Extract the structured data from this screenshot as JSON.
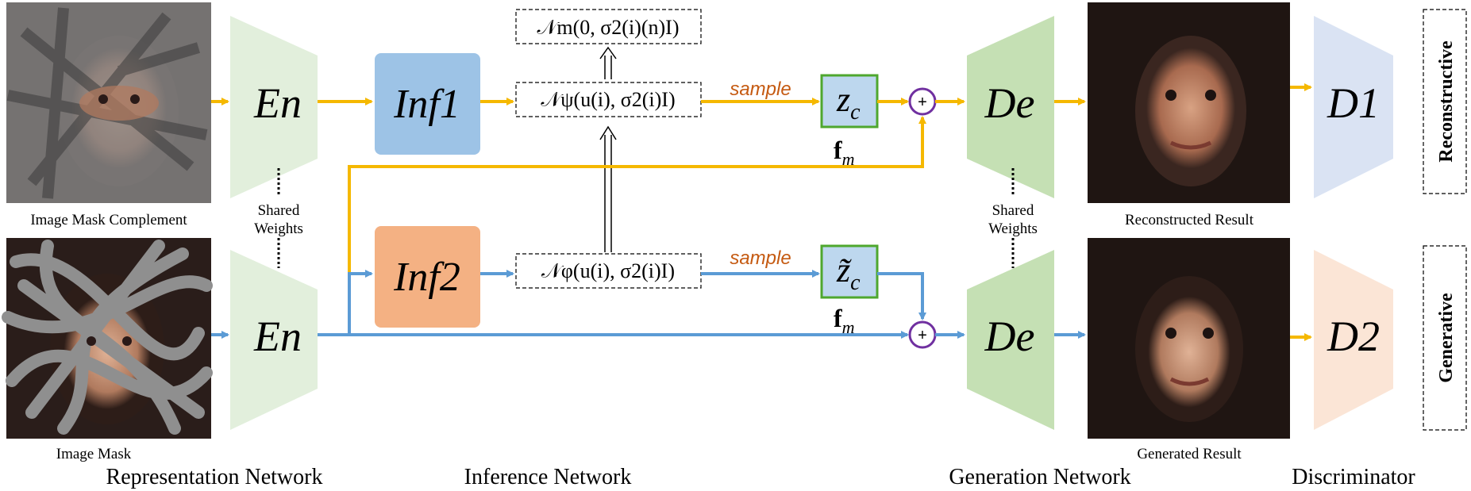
{
  "images": {
    "top_input_caption": "Image Mask Complement",
    "bottom_input_caption": "Image Mask",
    "reconstructed_caption": "Reconstructed Result",
    "generated_caption": "Generated Result"
  },
  "blocks": {
    "encoder_label": "En",
    "decoder_label": "De",
    "inf1_label": "Inf1",
    "inf2_label": "Inf2",
    "d1_label": "D1",
    "d2_label": "D2"
  },
  "shared_weights": {
    "line1": "Shared",
    "line2": "Weights"
  },
  "distributions": {
    "prior_top_tex": "𝒩m(0, σ2(i)(n)I)",
    "posterior_top_tex": "𝒩ψ(u(i), σ2(i)I)",
    "posterior_bottom_tex": "𝒩φ(u(i), σ2(i)I)"
  },
  "latents": {
    "zc_label": "z",
    "zc_sub": "c",
    "zc_tilde_label": "z̃",
    "zc_tilde_sub": "c",
    "fm_label": "f",
    "fm_sub": "m"
  },
  "arrows": {
    "sample_top": "sample",
    "sample_bottom": "sample"
  },
  "paths": {
    "reconstructive_label": "Reconstructive",
    "generative_label": "Generative"
  },
  "sections": {
    "representation": "Representation Network",
    "inference": "Inference Network",
    "generation": "Generation Network",
    "discriminator": "Discriminator"
  },
  "colors": {
    "yellow_path": "#f5b800",
    "blue_path": "#5b9bd5",
    "encoder_fill": "#e2efdc",
    "decoder_fill": "#c5e0b4",
    "inf1_fill": "#9dc3e6",
    "inf2_fill": "#f4b183",
    "latent_fill": "#bdd7ee",
    "latent_border": "#4ea72e",
    "d1_fill": "#dae3f3",
    "d2_fill": "#fbe5d6",
    "sum_border": "#7030a0",
    "sample_text": "#c55a11"
  }
}
